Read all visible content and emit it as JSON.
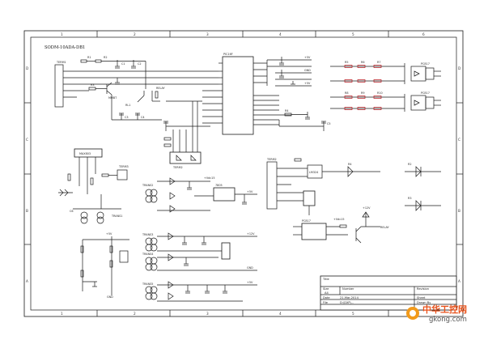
{
  "sheet": {
    "title": "SODM-10ADA-DB1",
    "col_labels": [
      "1",
      "2",
      "3",
      "4",
      "5",
      "6"
    ],
    "row_labels": [
      "D",
      "C",
      "B",
      "A"
    ]
  },
  "title_block": {
    "title_label": "Title",
    "size_label": "Size",
    "size_value": "A4",
    "number_label": "Number",
    "revision_label": "Revision",
    "date_label": "Date",
    "date_value": "21-Mar-2014",
    "sheet_label": "Sheet",
    "file_label": "File",
    "file_value": "D:\\DXP\\...",
    "drawn_label": "Drawn By"
  },
  "components": {
    "u1": "PIC16F",
    "u2": "MAX803",
    "u3": "7805",
    "u4": "PC817",
    "u5": "LM324",
    "j1": "TERM1",
    "j2": "TERM2",
    "j3": "TERM3",
    "t1": "TRANS1",
    "t2": "TRANS2",
    "t3": "TRANS3",
    "t4": "TRANS4",
    "t5": "TRANS5",
    "t6": "TRANS6",
    "q1": "MMBT",
    "k1": "RELAY",
    "reed": "RL1",
    "vcc_5": "+5V",
    "vcc_12": "+12V",
    "vcc_15": "+Vdc15",
    "gnd": "GND",
    "r_names": [
      "R1",
      "R2",
      "R3",
      "R4",
      "R5",
      "R6",
      "R7",
      "R8",
      "R9",
      "R10"
    ],
    "c_names": [
      "C1",
      "C2",
      "C3",
      "C4",
      "C5",
      "C6"
    ]
  },
  "watermark": {
    "cn": "中华工控网",
    "url": "gkong.com"
  }
}
